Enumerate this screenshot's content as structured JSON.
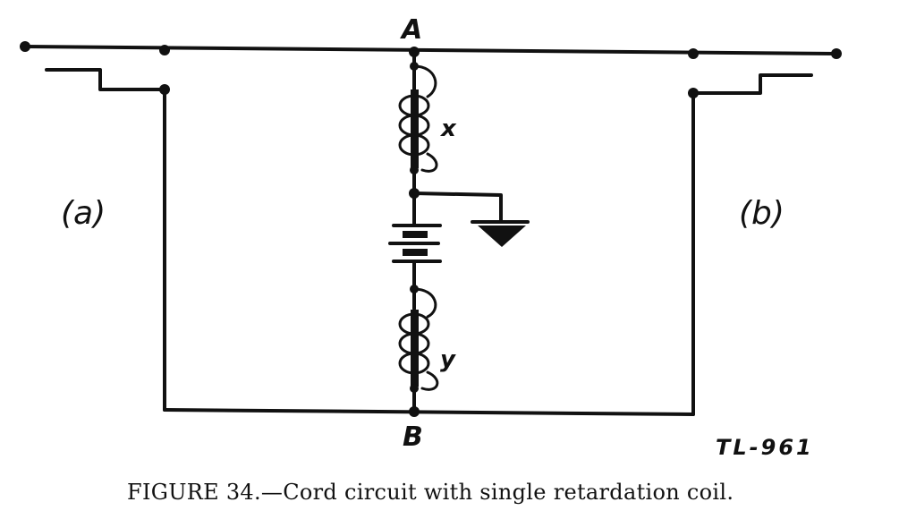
{
  "labels": {
    "top_node": "A",
    "bottom_node": "B",
    "left_side": "(a)",
    "right_side": "(b)",
    "coil_top": "x",
    "coil_bottom": "y",
    "code": "TL-961"
  },
  "caption": "FIGURE 34.—Cord circuit with single retardation coil."
}
